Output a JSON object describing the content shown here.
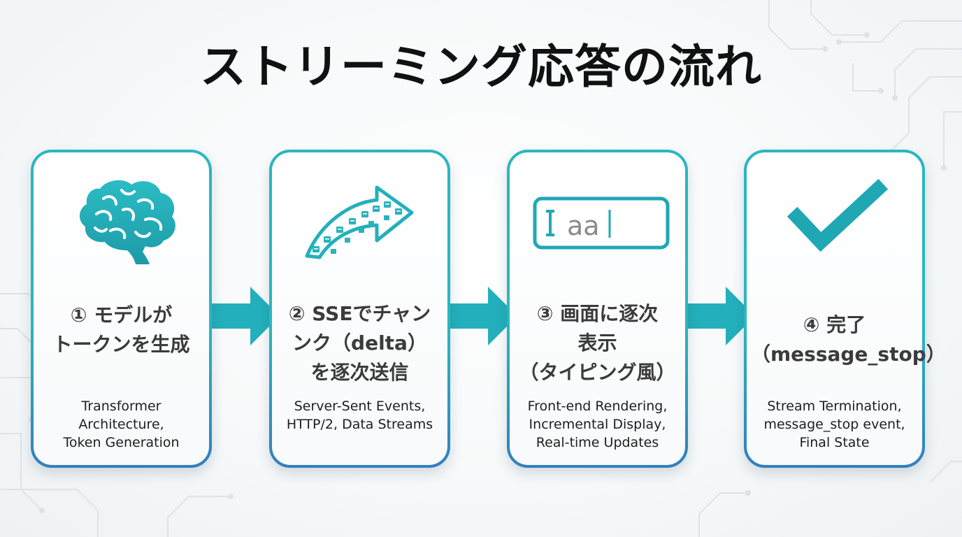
{
  "title": "ストリーミング応答の流れ",
  "steps": [
    {
      "title_lines": [
        "① モデルが",
        "トークンを生成"
      ],
      "desc_lines": [
        "Transformer",
        "Architecture,",
        "Token Generation"
      ],
      "icon": "brain-icon"
    },
    {
      "title_lines": [
        "② SSEでチャン",
        "ンク（delta）",
        "を逐次送信"
      ],
      "desc_lines": [
        "Server-Sent Events,",
        "HTTP/2, Data Streams"
      ],
      "icon": "data-stream-arrow-icon"
    },
    {
      "title_lines": [
        "③ 画面に逐次",
        "表示",
        "（タイピング風）"
      ],
      "desc_lines": [
        "Front-end Rendering,",
        "Incremental Display,",
        "Real-time Updates"
      ],
      "icon": "typing-text-field-icon",
      "icon_text": "aa"
    },
    {
      "title_lines": [
        "④ 完了",
        "（message_stop）"
      ],
      "desc_lines": [
        "Stream Termination,",
        "message_stop event,",
        "Final State"
      ],
      "icon": "checkmark-icon"
    }
  ],
  "colors": {
    "accent": "#2bb6c0",
    "accent_dark": "#1a9aa6",
    "gradient_bottom": "#3478be",
    "title_text": "#111111",
    "card_title_text": "#3b3b3b"
  }
}
